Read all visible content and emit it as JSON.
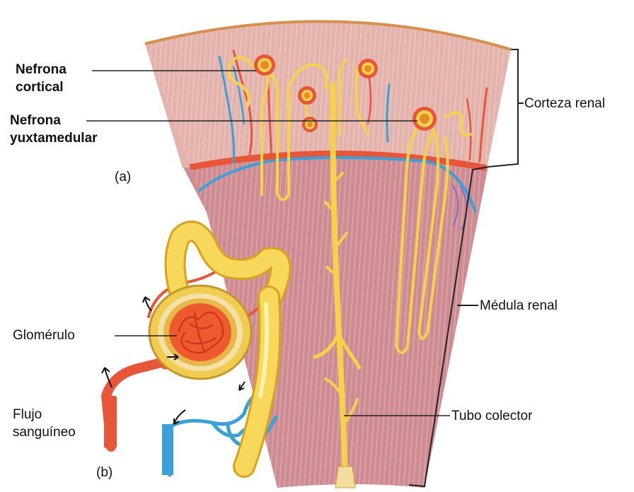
{
  "labels": {
    "nefrona_cortical": [
      "Nefrona",
      "cortical"
    ],
    "nefrona_yuxtamedular": [
      "Nefrona",
      "yuxtamedular"
    ],
    "panel_a": "(a)",
    "panel_b": "(b)",
    "corteza_renal": "Corteza renal",
    "medula_renal": "Médula renal",
    "glomerulo": "Glomérulo",
    "flujo_sanguineo": [
      "Flujo",
      "sanguíneo"
    ],
    "tubo_colector": "Tubo colector"
  },
  "colors": {
    "cortex": "#e3b3ac",
    "medulla": "#cf8b92",
    "artery": "#e8563a",
    "vein": "#3aa0d8",
    "tubule": "#f6d24a",
    "tubule_outline": "#d9a21e",
    "capsule_rim": "#c4962e",
    "capsule_bg": "#f3e1a6",
    "leader_line": "#222222"
  }
}
